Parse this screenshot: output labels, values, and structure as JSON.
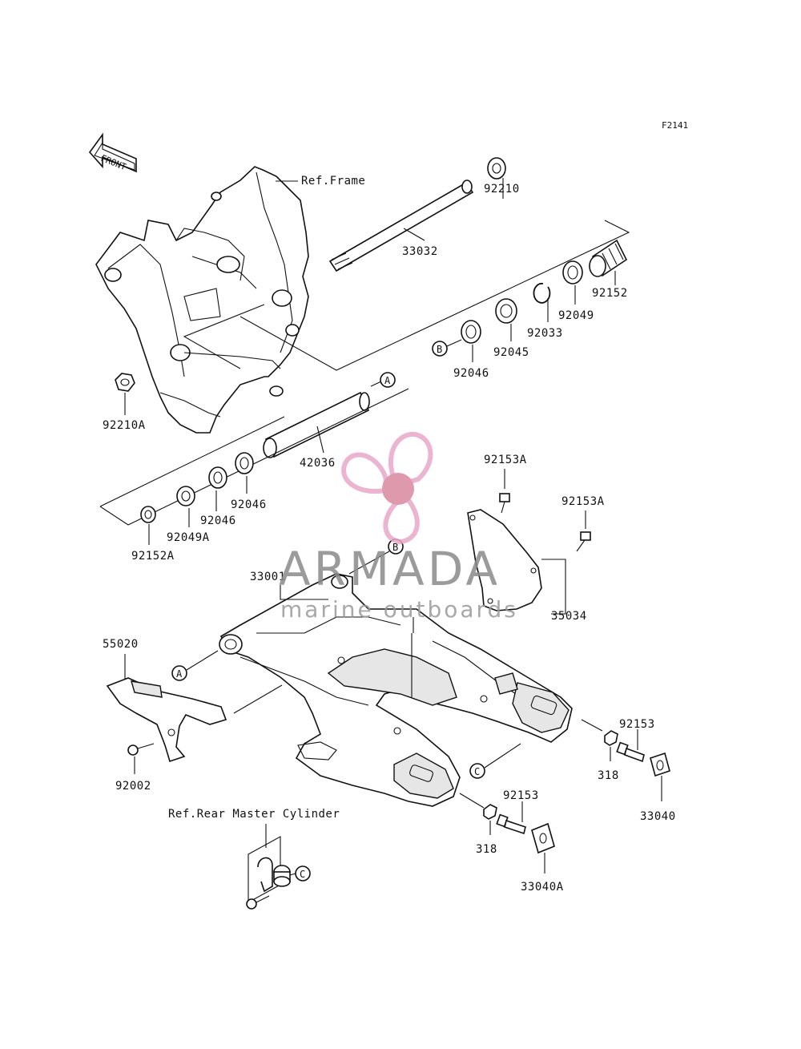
{
  "diagram": {
    "code": "F2141",
    "front_label": "FRONT",
    "references": {
      "frame": "Ref.Frame",
      "rear_master_cylinder": "Ref.Rear Master Cylinder"
    },
    "parts": {
      "p92210": "92210",
      "p33032": "33032",
      "p92152": "92152",
      "p92049": "92049",
      "p92033": "92033",
      "p92045": "92045",
      "p92046_b": "92046",
      "p92210A": "92210A",
      "p42036": "42036",
      "p92046_l1": "92046",
      "p92046_l2": "92046",
      "p92049A": "92049A",
      "p92152A": "92152A",
      "p92153A_1": "92153A",
      "p92153A_2": "92153A",
      "p35034": "35034",
      "p33001": "33001",
      "p55020": "55020",
      "p92002": "92002",
      "p92153_r": "92153",
      "p318_r": "318",
      "p33040": "33040",
      "p92153_b": "92153",
      "p318_b": "318",
      "p33040A": "33040A"
    },
    "callouts": {
      "A1": "A",
      "A2": "A",
      "B1": "B",
      "B2": "B",
      "C1": "C",
      "C2": "C"
    }
  },
  "watermark": {
    "title": "ARMADA",
    "subtitle": "marine outboards",
    "accent": "#e8a7c8",
    "accent_dark": "#d9889f"
  }
}
